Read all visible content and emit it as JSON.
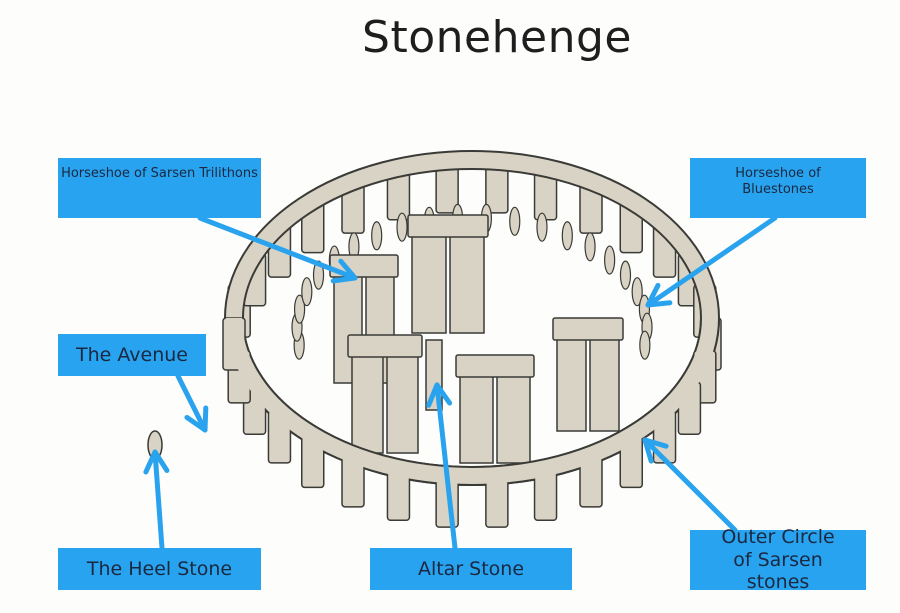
{
  "title": "Stonehenge",
  "labels": {
    "sarsen_trilithons": "Horseshoe of Sarsen Trilithons",
    "bluestones": "Horseshoe of Bluestones",
    "avenue": "The Avenue",
    "heel_stone": "The Heel Stone",
    "altar_stone": "Altar Stone",
    "outer_circle": "Outer Circle of Sarsen stones"
  },
  "colors": {
    "label_bg": "#27a3f0",
    "arrow": "#2aa3ee",
    "stone": "#d8d3c4",
    "outline": "#3a3a36"
  }
}
